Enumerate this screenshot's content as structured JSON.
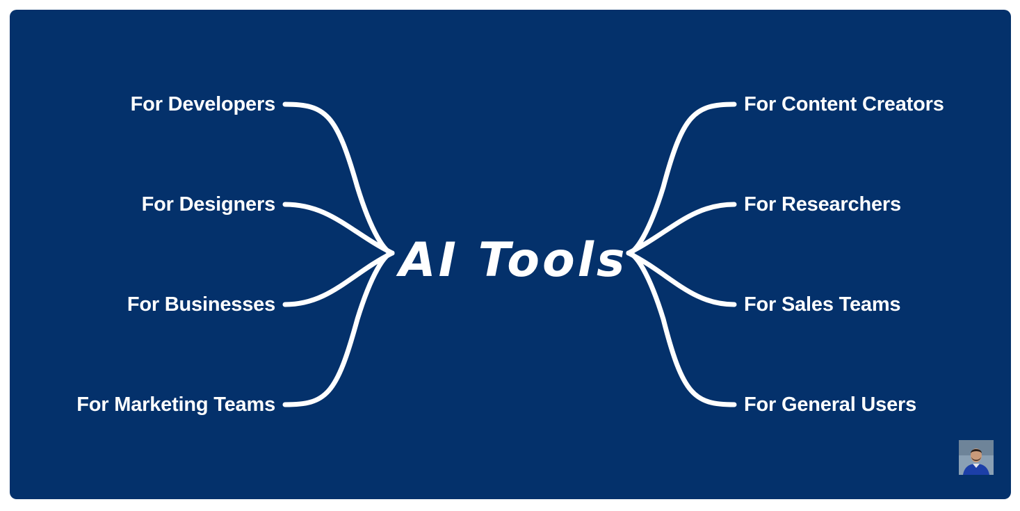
{
  "diagram": {
    "center": "AI Tools",
    "left_branches": [
      "For Developers",
      "For Designers",
      "For Businesses",
      "For Marketing Teams"
    ],
    "right_branches": [
      "For Content Creators",
      "For Researchers",
      "For Sales Teams",
      "For General Users"
    ]
  },
  "colors": {
    "background": "#04316b",
    "foreground": "#ffffff"
  },
  "icons": {
    "avatar": "person-avatar-icon"
  }
}
